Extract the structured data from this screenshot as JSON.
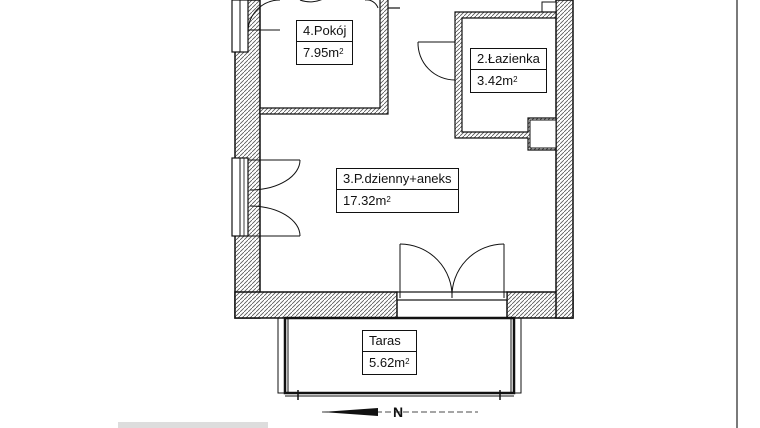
{
  "rooms": [
    {
      "id": "pokoj",
      "name": "4.Pokój",
      "area": "7.95m",
      "unit_sup": "2"
    },
    {
      "id": "lazienka",
      "name": "2.Łazienka",
      "area": "3.42m",
      "unit_sup": "2"
    },
    {
      "id": "dzienny",
      "name": "3.P.dzienny+aneks",
      "area": "17.32m",
      "unit_sup": "2"
    },
    {
      "id": "taras",
      "name": "Taras",
      "area": "5.62m",
      "unit_sup": "2"
    }
  ],
  "compass": {
    "letter": "N"
  }
}
